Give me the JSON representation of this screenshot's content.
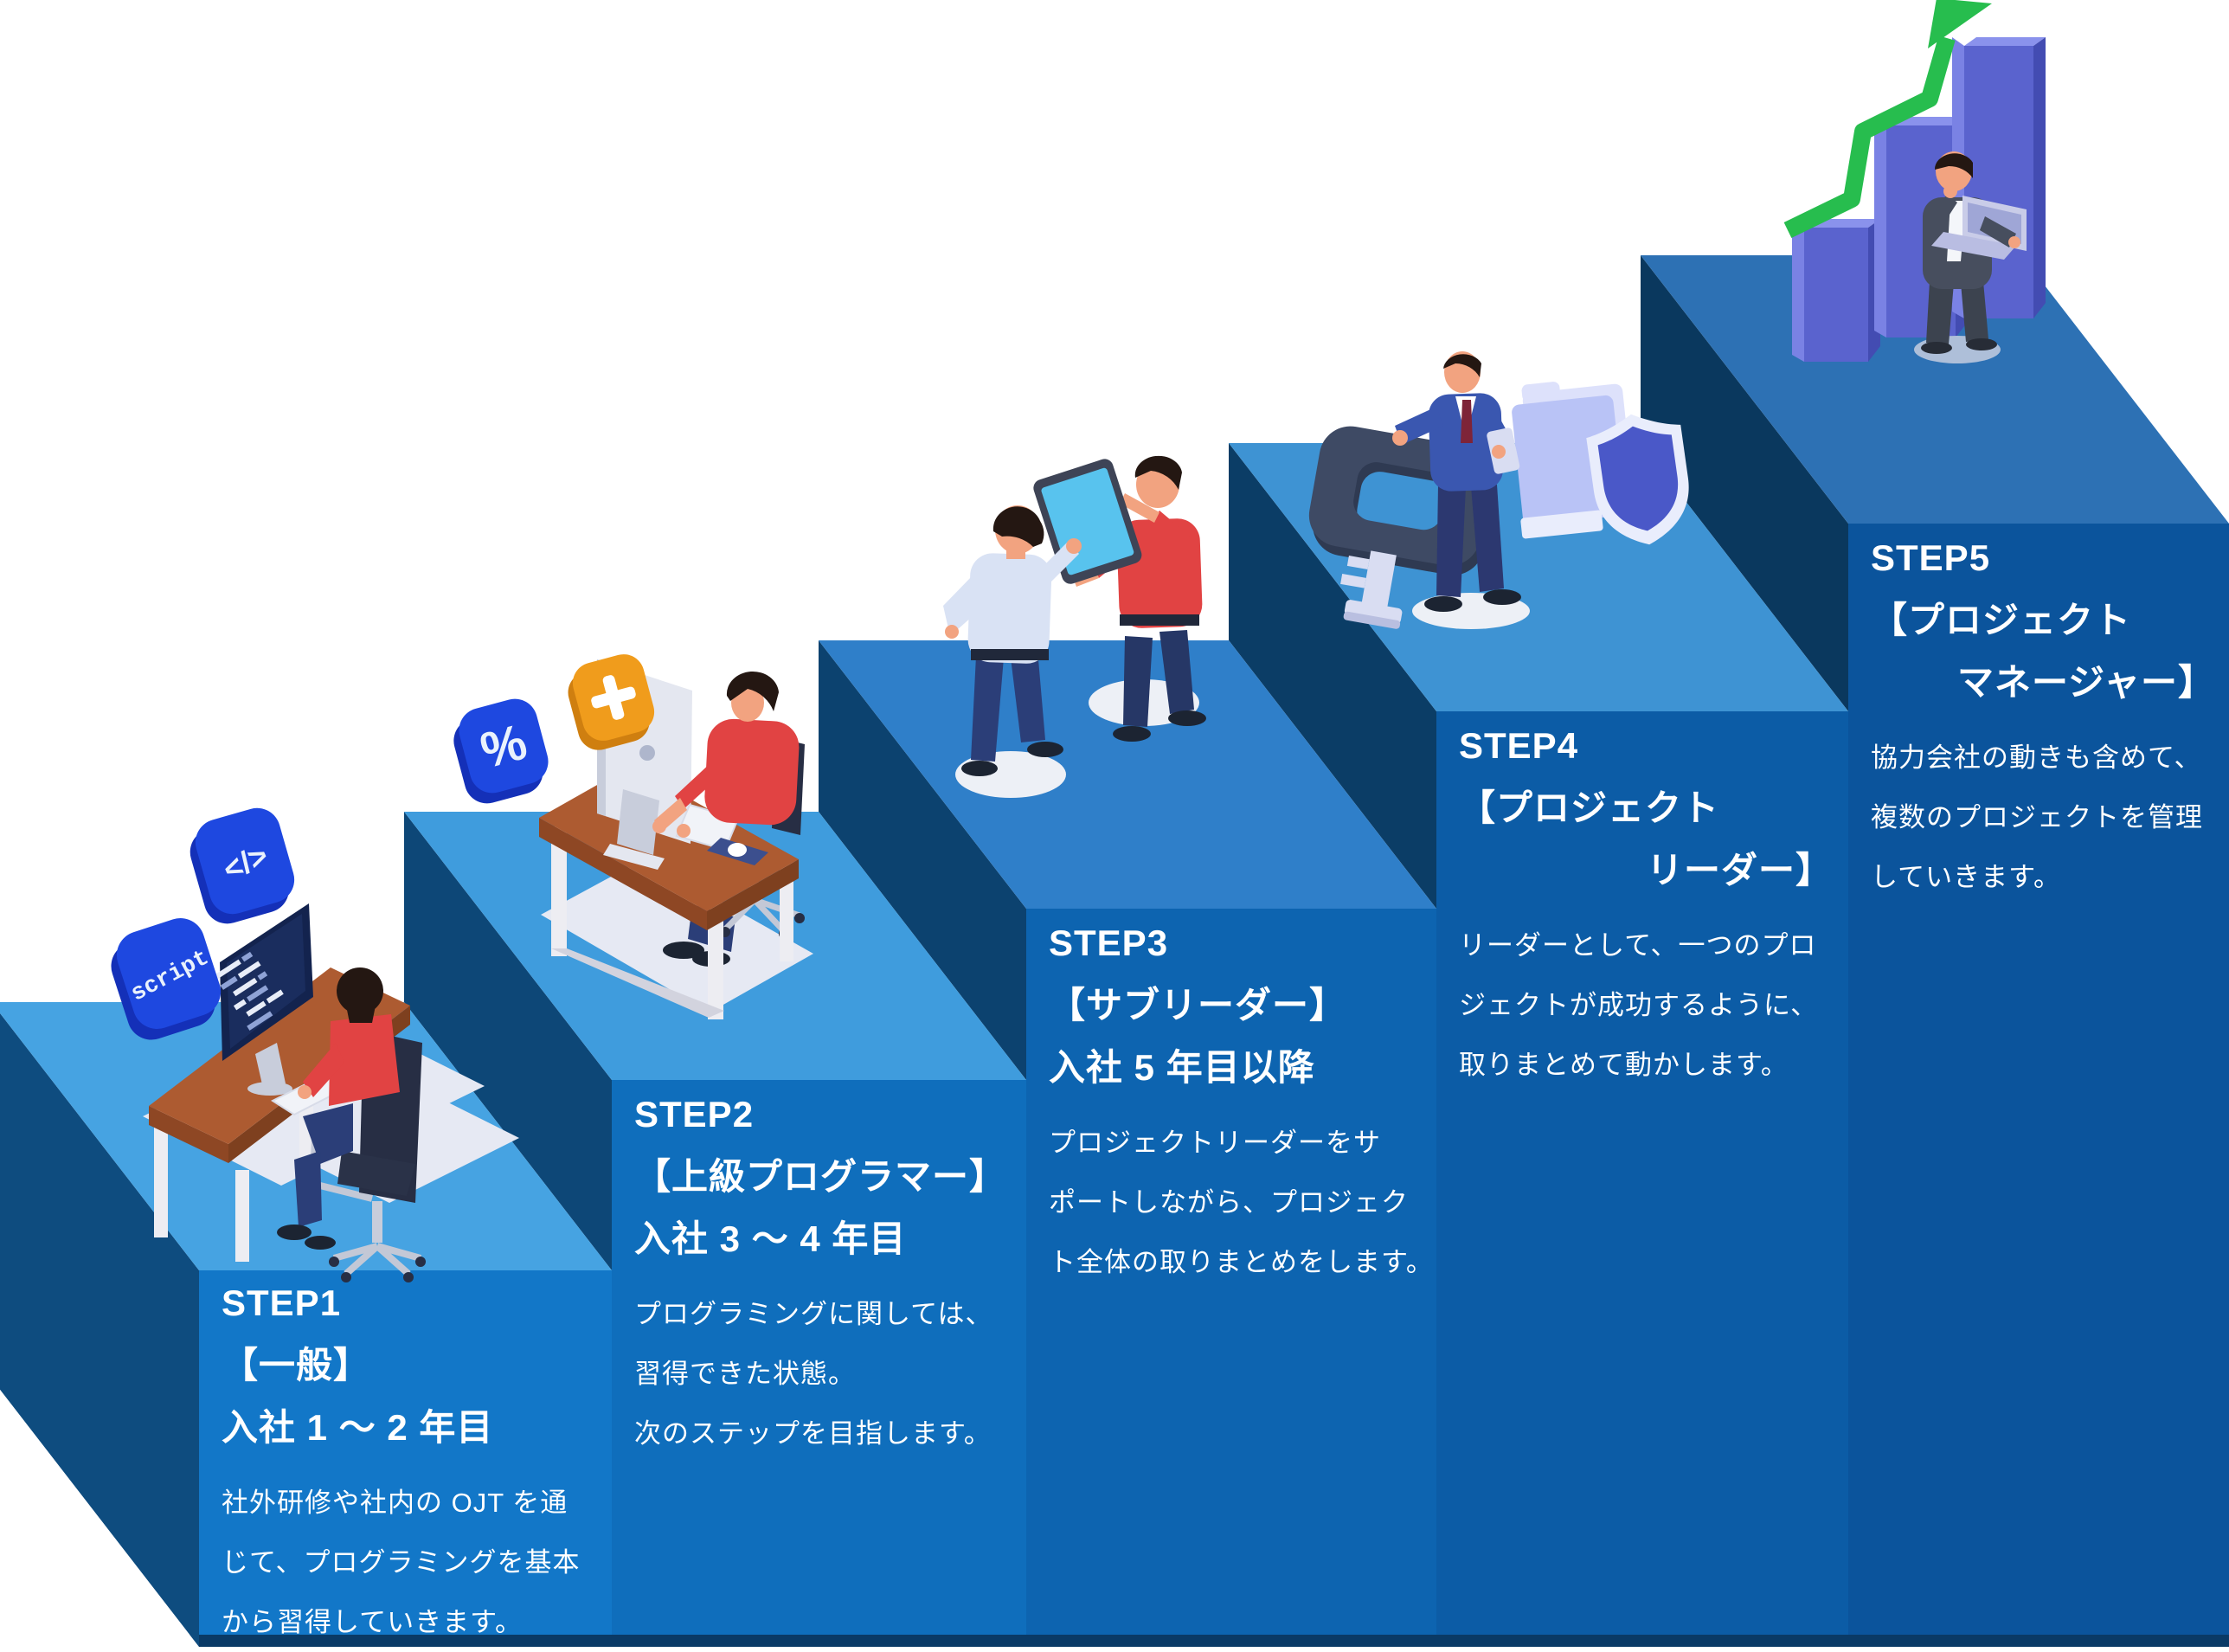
{
  "diagram": {
    "type": "career-step-staircase",
    "steps": [
      {
        "step": "STEP1",
        "role": "【一般】",
        "tenure": "入社 1 ～ 2 年目",
        "title_lines": [
          "STEP1",
          "【一般】",
          "入社 1 ～ 2 年目"
        ],
        "body_lines": [
          "社外研修や社内の OJT を通",
          "じて、プログラミングを基本",
          "から習得していきます。"
        ],
        "illustration": "programmer-at-desk-with-code-monitor"
      },
      {
        "step": "STEP2",
        "role": "【上級プログラマー】",
        "tenure": "入社 3 ～ 4 年目",
        "title_lines": [
          "STEP2",
          "【上級プログラマー】",
          "入社 3 ～ 4 年目"
        ],
        "body_lines": [
          "プログラミングに関しては、",
          "習得できた状態。",
          "次のステップを目指します。"
        ],
        "illustration": "senior-programmer-at-desk"
      },
      {
        "step": "STEP3",
        "role": "【サブリーダー】",
        "tenure": "入社 5 年目以降",
        "title_lines": [
          "STEP3",
          "【サブリーダー】",
          "入社 5 年目以降"
        ],
        "body_lines": [
          "プロジェクトリーダーをサ",
          "ポートしながら、プロジェク",
          "ト全体の取りまとめをします。"
        ],
        "illustration": "two-colleagues-discussing-over-tablet"
      },
      {
        "step": "STEP4",
        "role": "【プロジェクトリーダー】",
        "title_lines": [
          "STEP4",
          "【プロジェクト",
          "リーダー】"
        ],
        "body_lines": [
          "リーダーとして、一つのプロ",
          "ジェクトが成功するように、",
          "取りまとめて動かします。"
        ],
        "illustration": "leader-with-key-folder-shield"
      },
      {
        "step": "STEP5",
        "role": "【プロジェクトマネージャー】",
        "title_lines": [
          "STEP5",
          "【プロジェクト",
          "マネージャー】"
        ],
        "body_lines": [
          "協力会社の動きも含めて、",
          "複数のプロジェクトを管理",
          "していきます。"
        ],
        "illustration": "manager-with-laptop-and-growth-chart"
      }
    ],
    "badges": {
      "script_label": "script",
      "code_label": "</>",
      "percent_label": "%",
      "plus_label": "+"
    },
    "palette": {
      "panel_blues": [
        "#1277C8",
        "#0F6EBC",
        "#0D64B0",
        "#0C5CA6",
        "#0B549C"
      ],
      "top_face_blues": [
        "#46A3E2",
        "#3F9CDD",
        "#2F7FC9",
        "#3E93D3",
        "#2D71B4"
      ],
      "side_face_navies": [
        "#0E4C7F",
        "#0D4777",
        "#0C426F",
        "#0B3D66",
        "#0A385E"
      ],
      "bottom_strip": "#0A3A66",
      "text": "#FFFFFF",
      "growth_arrow_green": "#27BD4E",
      "bar_chart_indigo": "#5A63CE",
      "badge_blue": "#1E48E0",
      "badge_orange": "#F09C1C",
      "shirt_red": "#E14343",
      "suit_blue": "#3A57B0"
    }
  }
}
